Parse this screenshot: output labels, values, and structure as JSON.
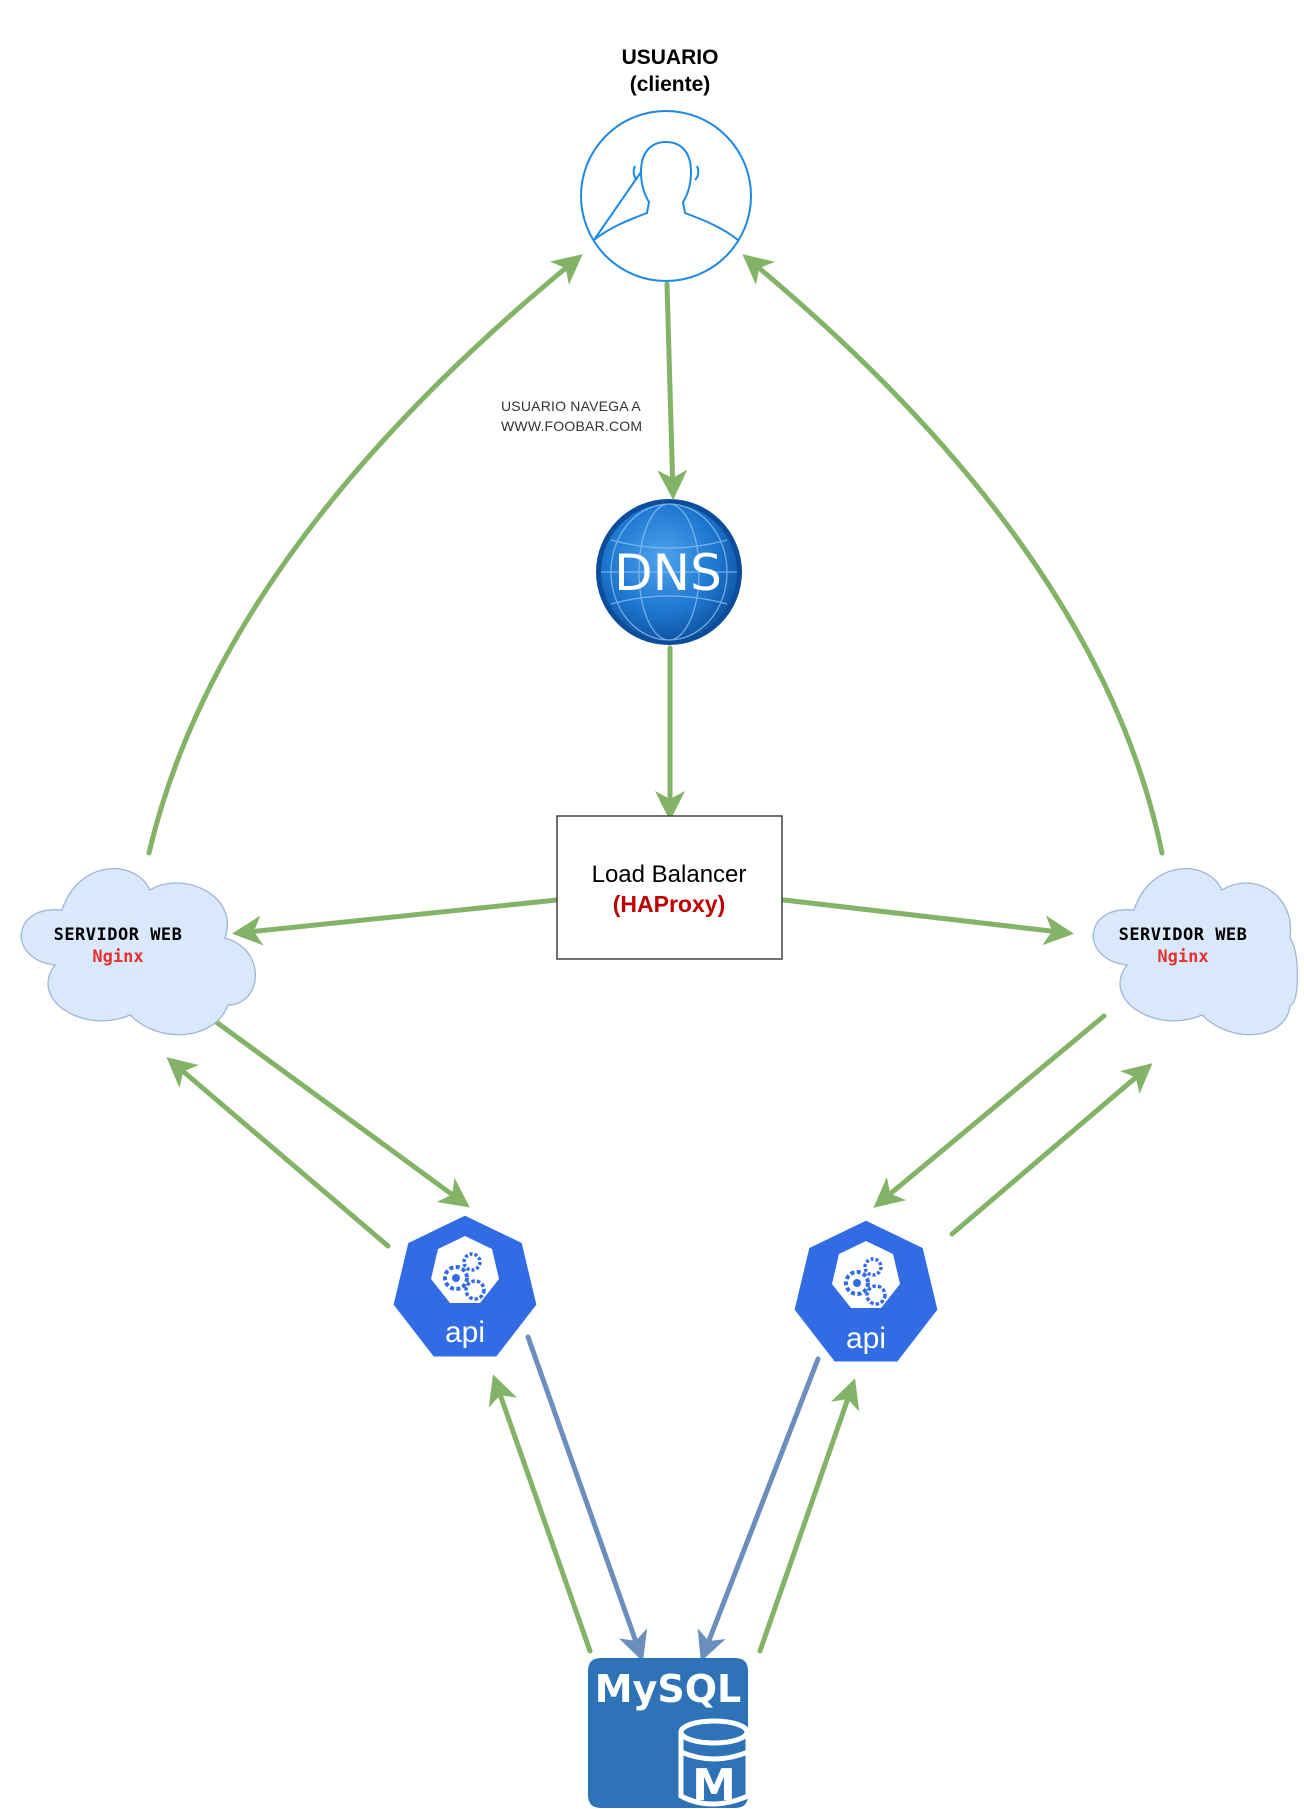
{
  "usuario": {
    "title": "USUARIO",
    "subtitle": "(cliente)",
    "icon": "user-icon"
  },
  "navigation_note": {
    "line1": "USUARIO NAVEGA A",
    "line2": "WWW.FOOBAR.COM"
  },
  "dns": {
    "label": "DNS",
    "icon": "globe-icon"
  },
  "load_balancer": {
    "title": "Load Balancer",
    "subtitle": "(HAProxy)"
  },
  "web_servers": [
    {
      "title": "SERVIDOR WEB",
      "subtitle": "Nginx",
      "icon": "cloud-icon"
    },
    {
      "title": "SERVIDOR WEB",
      "subtitle": "Nginx",
      "icon": "cloud-icon"
    }
  ],
  "apis": [
    {
      "label": "api",
      "icon": "gears-icon"
    },
    {
      "label": "api",
      "icon": "gears-icon"
    }
  ],
  "database": {
    "label": "MySQL",
    "badge": "M",
    "icon": "database-icon"
  },
  "colors": {
    "green_arrow": "#82b366",
    "blue_arrow": "#6c8ebf",
    "user_circle": "#1e88e5",
    "dns_blue": "#1565c0",
    "cloud_fill": "#dae8fc",
    "cloud_stroke": "#9fb6d6",
    "api_blue": "#326ce5",
    "mysql_blue": "#2e73b8",
    "nginx_red": "#e8312e",
    "haproxy_red": "#c00000"
  }
}
